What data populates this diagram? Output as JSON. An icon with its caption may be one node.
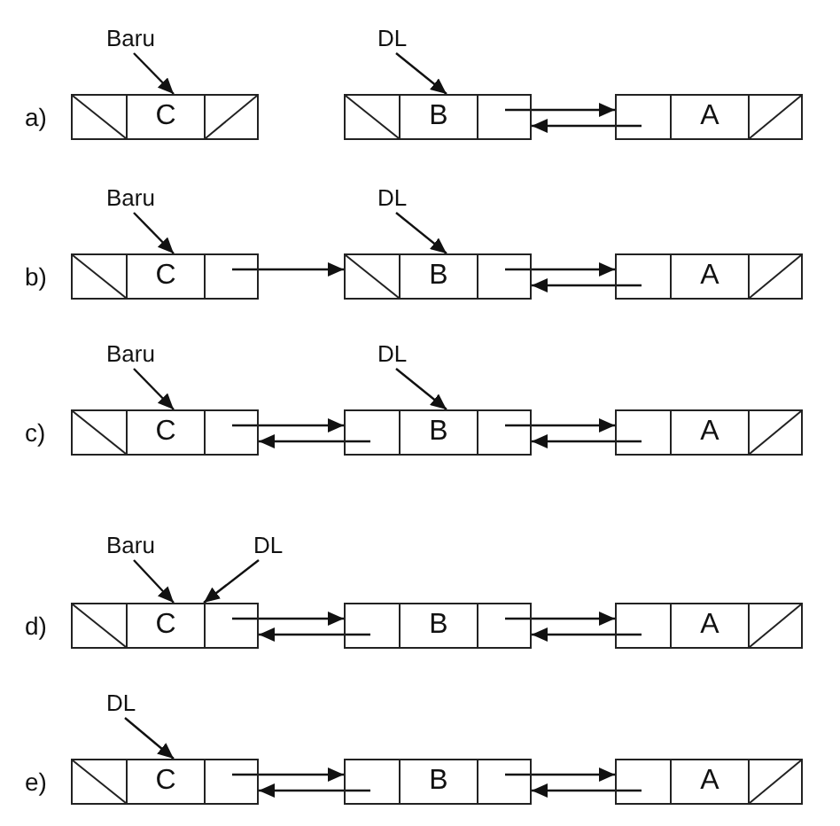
{
  "diagram": {
    "nodes": [
      {
        "text": [
          "Baru"
        ]
      },
      {
        "text": [
          "DL"
        ]
      },
      {
        "text": [
          "C"
        ]
      },
      {
        "text": [
          "B"
        ]
      },
      {
        "text": [
          "A"
        ]
      },
      {
        "text": [
          "Baru"
        ]
      },
      {
        "text": [
          "DL"
        ]
      },
      {
        "text": [
          "C"
        ]
      },
      {
        "text": [
          "B"
        ]
      },
      {
        "text": [
          "A"
        ]
      },
      {
        "text": [
          "Baru"
        ]
      },
      {
        "text": [
          "DL"
        ]
      },
      {
        "text": [
          "C"
        ]
      },
      {
        "text": [
          "B"
        ]
      },
      {
        "text": [
          "A"
        ]
      },
      {
        "text": [
          "Baru"
        ]
      },
      {
        "text": [
          "DL"
        ]
      },
      {
        "text": [
          "C"
        ]
      },
      {
        "text": [
          "B"
        ]
      },
      {
        "text": [
          "A"
        ]
      },
      {
        "text": [
          "DL"
        ]
      },
      {
        "text": [
          "C"
        ]
      },
      {
        "text": [
          "B"
        ]
      },
      {
        "text": [
          "A"
        ]
      }
    ],
    "edges": [
      {
        "from": 0,
        "to": 2,
        "arrow": "to"
      },
      {
        "from": 1,
        "to": 3,
        "arrow": "to"
      },
      {
        "from": 3,
        "to": 4,
        "arrow": "to"
      },
      {
        "from": 4,
        "to": 3,
        "arrow": "to"
      },
      {
        "from": 5,
        "to": 7,
        "arrow": "to"
      },
      {
        "from": 6,
        "to": 8,
        "arrow": "to"
      },
      {
        "from": 7,
        "to": 8,
        "arrow": "to"
      },
      {
        "from": 8,
        "to": 9,
        "arrow": "to"
      },
      {
        "from": 9,
        "to": 8,
        "arrow": "to"
      },
      {
        "from": 10,
        "to": 12,
        "arrow": "to"
      },
      {
        "from": 11,
        "to": 13,
        "arrow": "to"
      },
      {
        "from": 12,
        "to": 13,
        "arrow": "to"
      },
      {
        "from": 13,
        "to": 12,
        "arrow": "to"
      },
      {
        "from": 13,
        "to": 14,
        "arrow": "to"
      },
      {
        "from": 14,
        "to": 13,
        "arrow": "to"
      },
      {
        "from": 15,
        "to": 17,
        "arrow": "to"
      },
      {
        "from": 16,
        "to": 17,
        "arrow": "to"
      },
      {
        "from": 17,
        "to": 18,
        "arrow": "to"
      },
      {
        "from": 18,
        "to": 17,
        "arrow": "to"
      },
      {
        "from": 18,
        "to": 19,
        "arrow": "to"
      },
      {
        "from": 19,
        "to": 18,
        "arrow": "to"
      },
      {
        "from": 20,
        "to": 21,
        "arrow": "to"
      },
      {
        "from": 21,
        "to": 22,
        "arrow": "to"
      },
      {
        "from": 22,
        "to": 21,
        "arrow": "to"
      },
      {
        "from": 22,
        "to": 23,
        "arrow": "to"
      },
      {
        "from": 23,
        "to": 22,
        "arrow": "to"
      }
    ],
    "labels": [
      "a)",
      "b)",
      "c)",
      "d)",
      "e)"
    ]
  }
}
